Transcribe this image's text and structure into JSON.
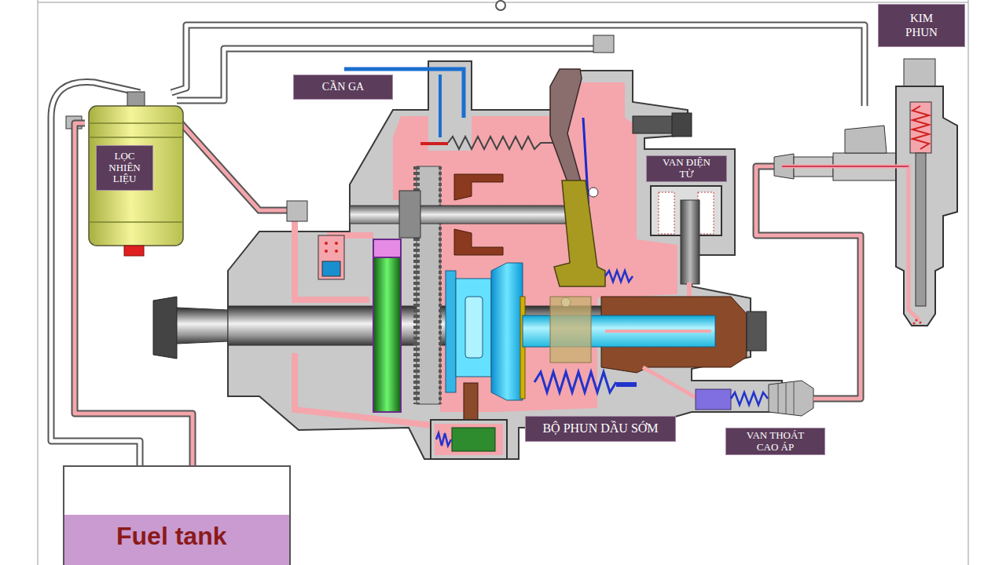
{
  "diagram": {
    "nodes": [
      {
        "text": [
          "KIM PHUN"
        ]
      },
      {
        "text": [
          "CẦN GA"
        ]
      },
      {
        "text": [
          "LỌC NHIÊN LIỆU"
        ]
      },
      {
        "text": [
          "VAN ĐIỆN TỪ"
        ]
      },
      {
        "text": [
          "BỘ PHUN DẦU SỚM"
        ]
      },
      {
        "text": [
          "VAN THOÁT CAO ÁP"
        ]
      },
      {
        "text": [
          "Fuel tank"
        ]
      }
    ],
    "edges": [
      {
        "from": 6,
        "to": 2,
        "arrow": "none"
      }
    ]
  }
}
